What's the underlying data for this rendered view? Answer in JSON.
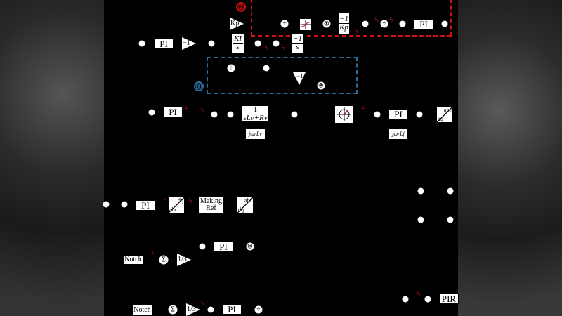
{
  "colors": {
    "background": "#000000",
    "block": "#ffffff",
    "highlight_red": "#d01010",
    "highlight_blue": "#2a6e9e"
  },
  "annotations": {
    "region_1": "①",
    "region_2": "②"
  },
  "blocks": {
    "pi": "PI",
    "pir": "PIR",
    "gain_neg1": "−1",
    "gain_kp": "Kp",
    "ki_num": "KI",
    "ki_den": "s",
    "neg_inv_s_num": "−1",
    "neg_inv_s_den": "s",
    "neg_inv_kp_num": "−1",
    "neg_inv_kp_den": "Kp",
    "plant_num": "1",
    "plant_den": "sLv+Rv",
    "cross_v": "jωrLv",
    "cross_f": "jωrLf",
    "making_ref_1": "Making",
    "making_ref_2": "Ref",
    "notch": "Notch",
    "sum": "Σ",
    "third": "1/3",
    "abc": "abc",
    "dq": "dq"
  },
  "symbols": {
    "divide": "÷",
    "multiply": "⊗",
    "bolt": "ϟ"
  }
}
